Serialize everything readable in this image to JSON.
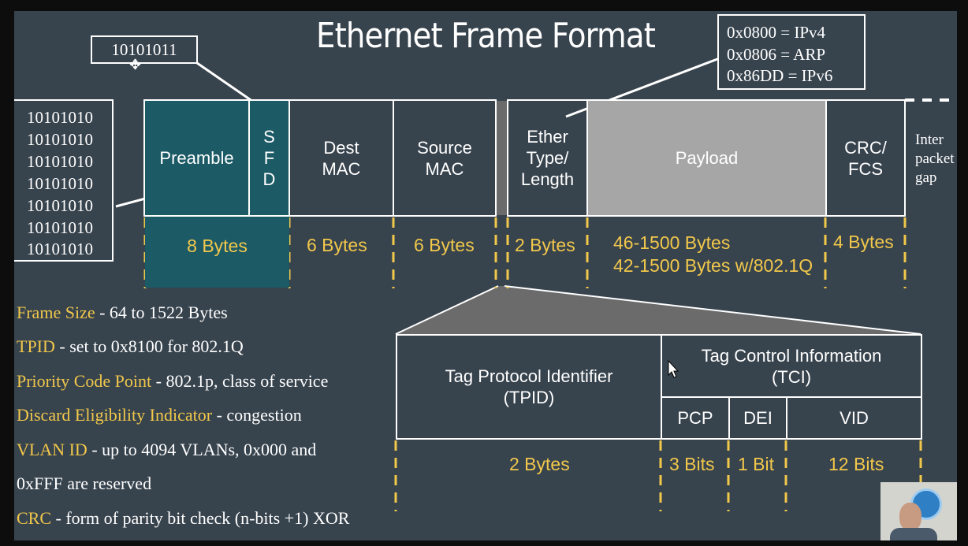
{
  "title": "Ethernet Frame Format",
  "sfd_bits": "10101011",
  "preamble_bits": [
    "10101010",
    "10101010",
    "10101010",
    "10101010",
    "10101010",
    "10101010",
    "10101010"
  ],
  "ethertype_values": [
    "0x0800 = IPv4",
    "0x0806 = ARP",
    "0x86DD = IPv6"
  ],
  "frame": {
    "preamble": "Preamble",
    "sfd": [
      "S",
      "F",
      "D"
    ],
    "dest_mac": [
      "Dest",
      "MAC"
    ],
    "source_mac": [
      "Source",
      "MAC"
    ],
    "ethertype": [
      "Ether",
      "Type/",
      "Length"
    ],
    "payload": "Payload",
    "crc": [
      "CRC/",
      "FCS"
    ],
    "gap": [
      "Inter",
      "packet",
      "gap"
    ]
  },
  "sizes": {
    "preamble": "8 Bytes",
    "dest_mac": "6 Bytes",
    "source_mac": "6 Bytes",
    "ethertype": "2 Bytes",
    "payload_1": "46-1500 Bytes",
    "payload_2": "42-1500 Bytes w/802.1Q",
    "crc": "4 Bytes"
  },
  "legend": [
    {
      "key": "Frame Size",
      "text": " - 64 to 1522 Bytes"
    },
    {
      "key": "TPID",
      "text": " - set to 0x8100 for 802.1Q"
    },
    {
      "key": "Priority Code Point",
      "text": " - 802.1p, class of service"
    },
    {
      "key": "Discard Eligibility Indicator",
      "text": " - congestion"
    },
    {
      "key": "VLAN ID",
      "text": " - up to 4094 VLANs, 0x000 and"
    },
    {
      "key": "",
      "text": "0xFFF are reserved"
    },
    {
      "key": "CRC",
      "text": " - form of parity bit check  (n-bits +1) XOR"
    }
  ],
  "tag": {
    "tpid": [
      "Tag Protocol Identifier",
      "(TPID)"
    ],
    "tci": [
      "Tag Control Information",
      "(TCI)"
    ],
    "pcp": "PCP",
    "dei": "DEI",
    "vid": "VID",
    "tpid_size": "2 Bytes",
    "pcp_size": "3 Bits",
    "dei_size": "1 Bit",
    "vid_size": "12 Bits"
  },
  "colors": {
    "background": "#37434d",
    "preamble_fill": "#1c5a66",
    "payload_fill": "#a6a6a6",
    "accent": "#f2c84b",
    "line": "#ffffff"
  }
}
